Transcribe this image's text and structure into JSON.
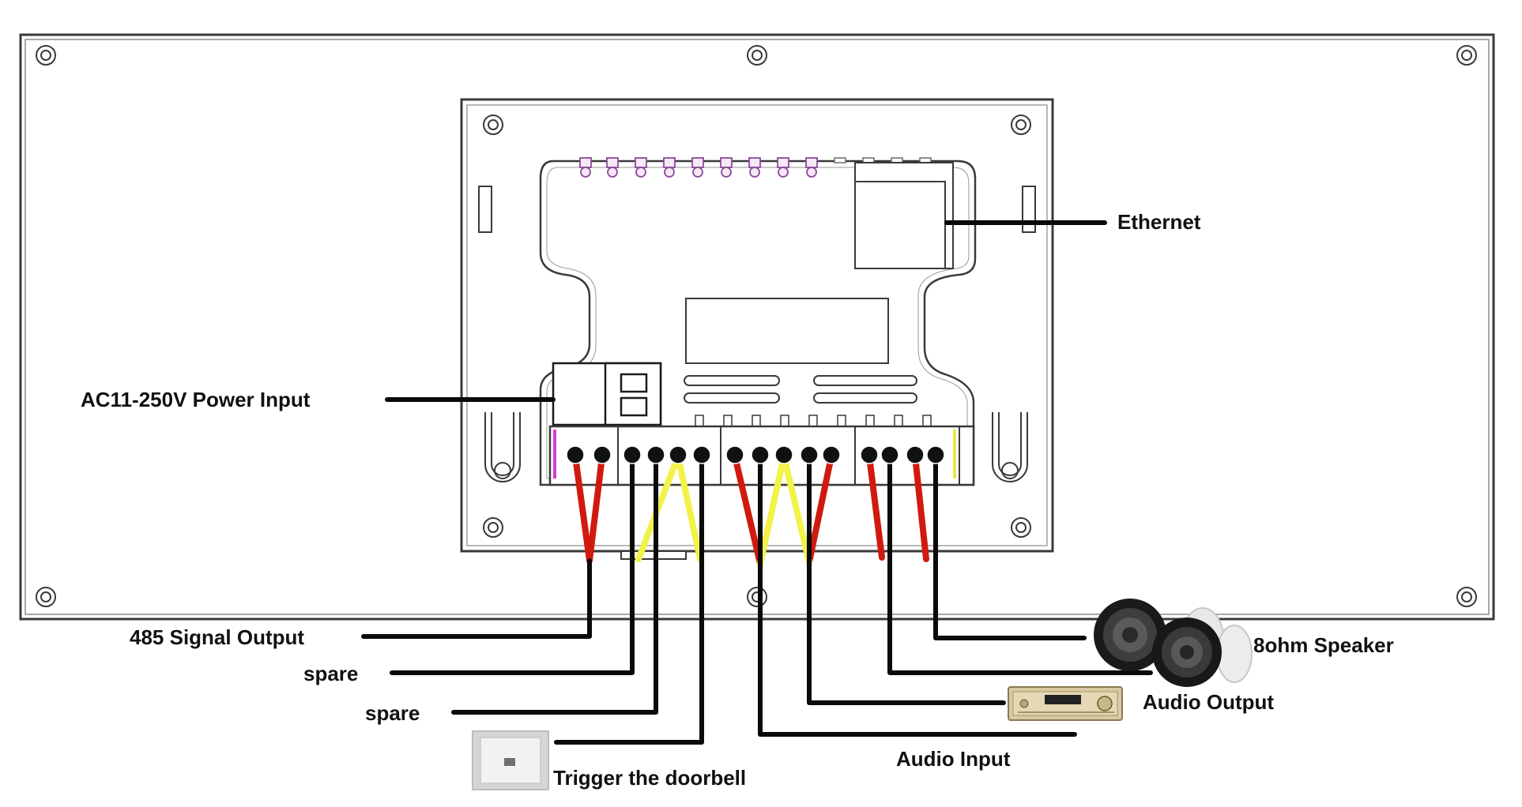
{
  "labels": {
    "ethernet": "Ethernet",
    "power": "AC11-250V Power Input",
    "rs485": "485 Signal Output",
    "spare1": "spare",
    "spare2": "spare",
    "doorbell": "Trigger the doorbell",
    "audio_input": "Audio Input",
    "audio_output": "Audio Output",
    "speaker": "8ohm Speaker"
  },
  "colors": {
    "outline": "#3a3a3a",
    "wire_black": "#0a0a0a",
    "wire_red": "#d01a10",
    "wire_yellow": "#f2f24a",
    "accent_magenta": "#d040d0"
  },
  "icons": [
    "doorbell-button-icon",
    "amplifier-icon",
    "speaker-icon"
  ]
}
